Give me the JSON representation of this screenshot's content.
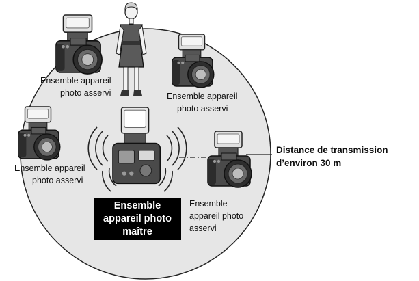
{
  "slave_label_line1": "Ensemble appareil",
  "slave_label_line2": "photo asservi",
  "slave_right_line1": "Ensemble",
  "slave_right_line2": "appareil photo",
  "slave_right_line3": "asservi",
  "master_line1": "Ensemble",
  "master_line2": "appareil photo",
  "master_line3": "maître",
  "range_line1": "Distance de transmission",
  "range_line2": "d’environ 30 m",
  "colors": {
    "area_fill": "#e6e6e6",
    "area_stroke": "#222222",
    "camera_body": "#3a3a3a",
    "flash_head": "#dcdcdc",
    "dress": "#5a5a5a",
    "label_box": "#000000"
  },
  "icons": [
    "master-camera-icon",
    "slave-camera-icon",
    "woman-figure-icon",
    "signal-waves-icon"
  ]
}
